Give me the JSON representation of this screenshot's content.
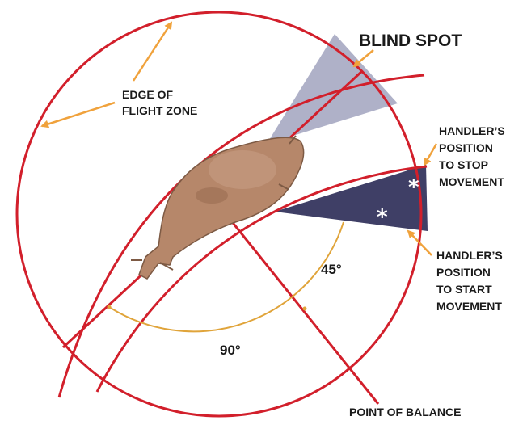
{
  "labels": {
    "blind_spot": "BLIND SPOT",
    "edge_of_flight_zone": [
      "EDGE OF",
      "FLIGHT ZONE"
    ],
    "handler_stop": [
      "HANDLER’S",
      "POSITION",
      "TO STOP",
      "MOVEMENT"
    ],
    "handler_start": [
      "HANDLER’S",
      "POSITION",
      "TO START",
      "MOVEMENT"
    ],
    "point_of_balance": "POINT OF BALANCE",
    "angle_90": "90°",
    "angle_45": "45°"
  },
  "markers": {
    "handler_position_symbol": "*"
  },
  "icons": {
    "animal": "cow-icon"
  },
  "colors": {
    "zone_line": "#d21f2b",
    "arrow": "#f0a23c",
    "angle_arc": "#e0a43a",
    "blind_spot_fill": "#a6a9c2",
    "handler_zone_fill": "#3f3f66",
    "text": "#1a1a1a"
  }
}
